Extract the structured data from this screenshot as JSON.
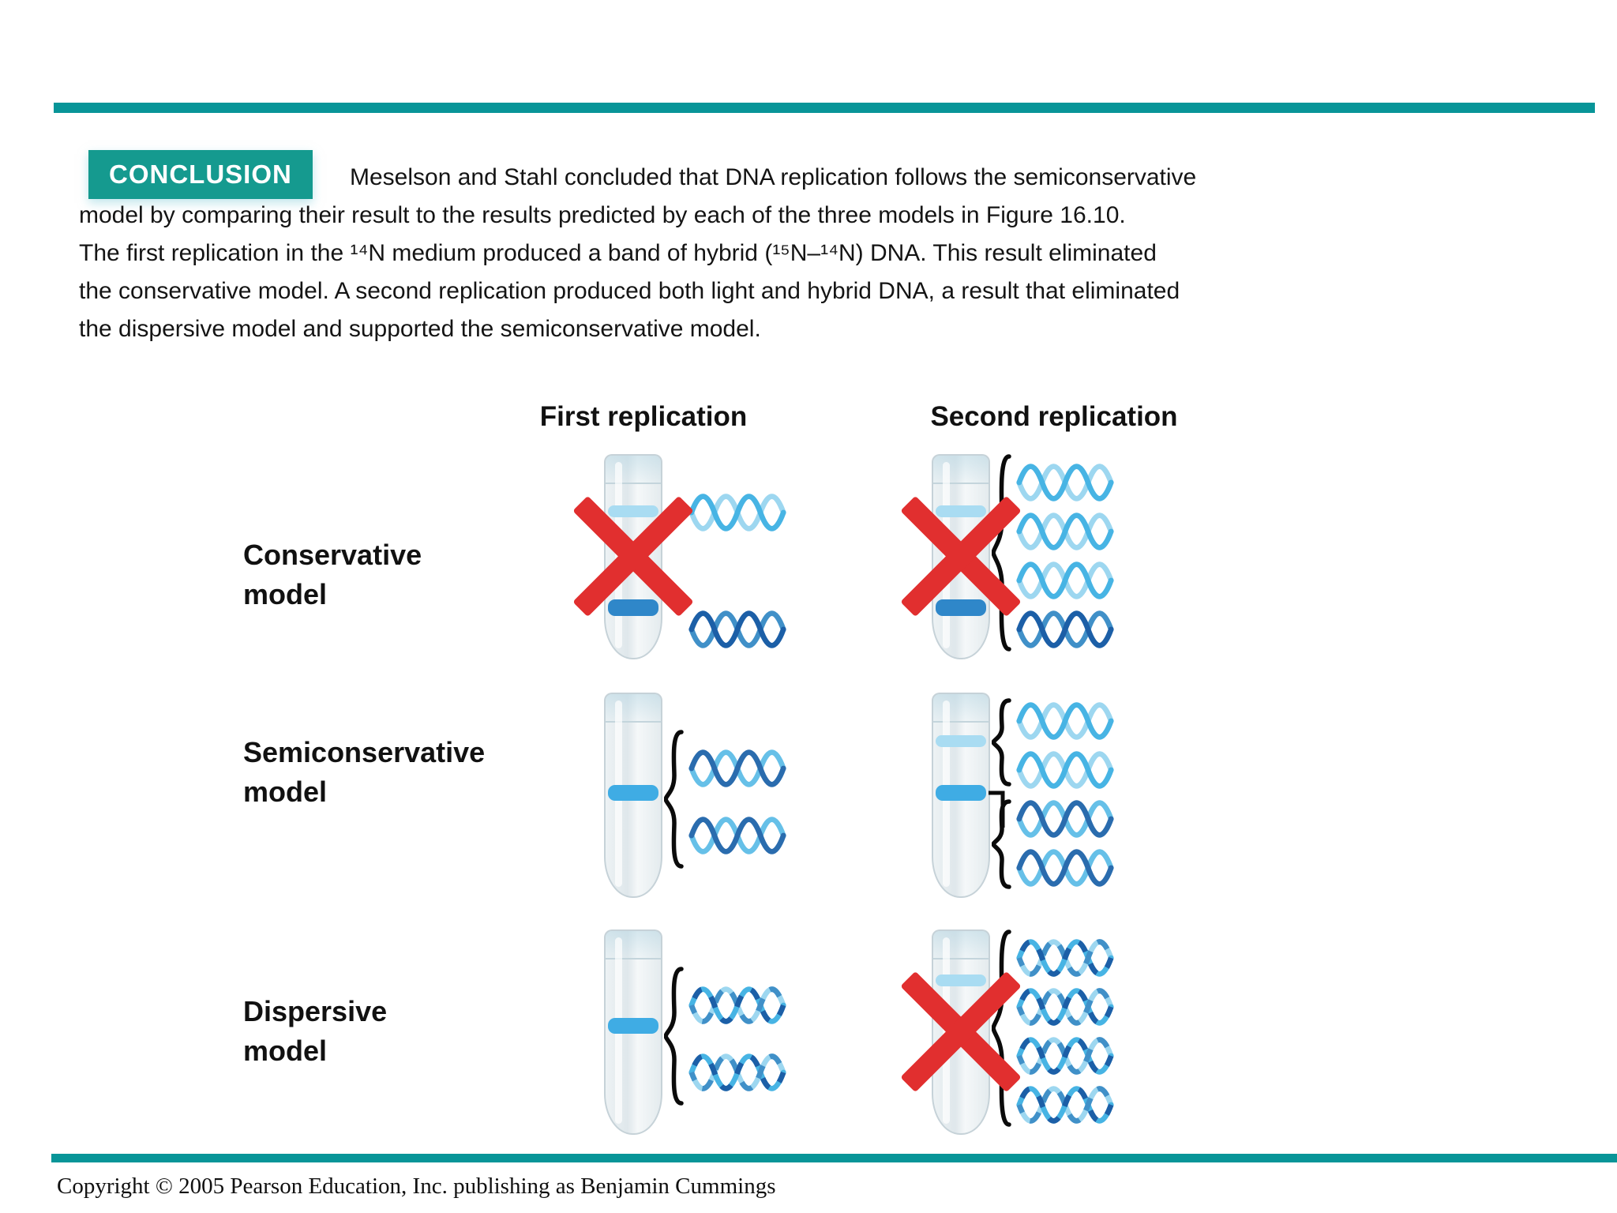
{
  "colors": {
    "teal": "#089598",
    "badge_bg": "#159a8f",
    "text": "#111111",
    "red_x": "#e12f2f",
    "dna": {
      "light_a": "#47b4e4",
      "light_b": "#9dd7f0",
      "dark_a": "#1c5fa7",
      "dark_b": "#4090c8",
      "hybrid_a": "#2a6cae",
      "hybrid_b": "#66c0e8"
    },
    "bands": {
      "light": "#a9dcf2",
      "medium": "#3face4",
      "dark": "#2f87c9"
    }
  },
  "conclusion": {
    "badge_label": "CONCLUSION",
    "lines": [
      "Meselson and Stahl concluded that DNA replication follows the semiconservative",
      "model by comparing their result to the results predicted by each of the three models in Figure 16.10.",
      "The first replication in the ¹⁴N medium produced a band of hybrid (¹⁵N–¹⁴N) DNA. This result eliminated",
      "the conservative model. A second replication produced both light and hybrid DNA, a result that eliminated",
      "the dispersive model and supported the semiconservative model."
    ]
  },
  "figure": {
    "column_headers": [
      "First replication",
      "Second replication"
    ],
    "rows": [
      {
        "label_lines": [
          "Conservative",
          "model"
        ],
        "first_replication": {
          "tube_bands": [
            {
              "tone": "light",
              "y": 0.27
            },
            {
              "tone": "dark",
              "y": 0.74
            }
          ],
          "crossed": true,
          "brace": "none",
          "spread": "wide",
          "helices": [
            "light",
            "dark"
          ]
        },
        "second_replication": {
          "tube_bands": [
            {
              "tone": "light",
              "y": 0.27
            },
            {
              "tone": "dark",
              "y": 0.74
            }
          ],
          "crossed": true,
          "brace": "all",
          "helices": [
            "light",
            "light",
            "light",
            "dark"
          ]
        }
      },
      {
        "label_lines": [
          "Semiconservative",
          "model"
        ],
        "first_replication": {
          "tube_bands": [
            {
              "tone": "medium",
              "y": 0.48
            }
          ],
          "crossed": false,
          "brace": "all",
          "helices": [
            "hybrid",
            "hybrid"
          ]
        },
        "second_replication": {
          "tube_bands": [
            {
              "tone": "light",
              "y": 0.23
            },
            {
              "tone": "medium",
              "y": 0.48
            }
          ],
          "crossed": false,
          "brace": "split",
          "helices": [
            "light",
            "light",
            "hybrid",
            "hybrid"
          ]
        }
      },
      {
        "label_lines": [
          "Dispersive",
          "model"
        ],
        "first_replication": {
          "tube_bands": [
            {
              "tone": "medium",
              "y": 0.46
            }
          ],
          "crossed": false,
          "brace": "all",
          "helices": [
            "patchy",
            "patchy"
          ]
        },
        "second_replication": {
          "tube_bands": [
            {
              "tone": "light",
              "y": 0.24
            }
          ],
          "crossed": true,
          "brace": "all",
          "helices": [
            "patchy",
            "patchy",
            "patchy",
            "patchy"
          ]
        }
      }
    ]
  },
  "footer": {
    "copyright": "Copyright © 2005 Pearson Education, Inc. publishing as Benjamin Cummings"
  }
}
